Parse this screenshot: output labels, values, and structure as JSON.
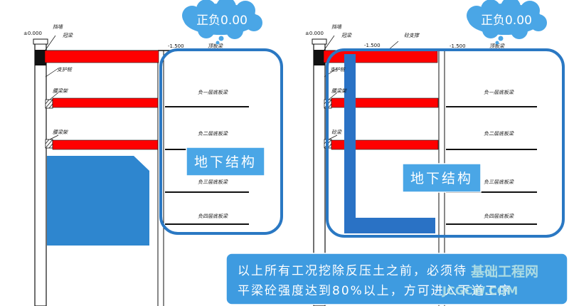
{
  "colors": {
    "cloud": "#4aa6e6",
    "blue_outline": "#2a78c3",
    "label_box": "#4aa6e6",
    "red_beam": "#ff0000",
    "blue_wall": "#2a72c5",
    "note_box": "#3e9be0"
  },
  "left_panel": {
    "cloud_label": "正负0.00",
    "structure_label": "地下结构",
    "level_zero": "±0.000",
    "level_minus": "-1.500",
    "texts": {
      "retaining_wall": "挡墙",
      "crown_beam": "冠梁",
      "support_pile": "支护桩",
      "waist_beam_1": "腰梁架",
      "waist_beam_2": "腰梁架",
      "slab_top": "顶板梁",
      "slab_1": "负一层底板梁",
      "slab_2": "负二层底板梁",
      "slab_3": "负三层底板梁",
      "slab_4": "负四层底板梁"
    }
  },
  "right_panel": {
    "cloud_label": "正负0.00",
    "structure_label": "地下结构",
    "level_zero": "±0.000",
    "level_minus_1": "-1.500",
    "level_minus_2": "-1.500",
    "texts": {
      "retaining_wall": "挡墙",
      "crown_beam": "冠梁",
      "brace": "砼支撑",
      "support_pile": "支护桩",
      "waist_beam_1": "腰梁架",
      "waist_beam_2": "砼梁",
      "slab_top": "顶板梁",
      "slab_1": "负一层底板梁",
      "slab_2": "负二层底板梁",
      "slab_3": "负三层底板梁",
      "slab_4": "负四层底板梁"
    }
  },
  "note": {
    "line1": "以上所有工况挖除反压土之前，必须待",
    "line2": "平梁砼强度达到80%以上，方可进入下道工序"
  },
  "watermark": {
    "line1": "基础工程网",
    "line2": "JCGCW.COM"
  }
}
